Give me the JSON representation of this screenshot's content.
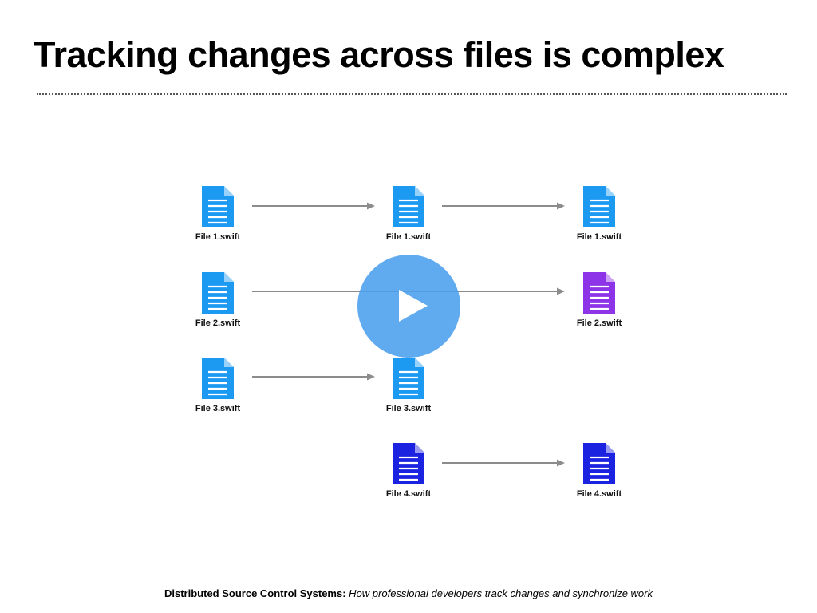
{
  "slide": {
    "title": "Tracking changes across files is complex",
    "caption_bold": "Distributed Source Control Systems:",
    "caption_italic": "How professional developers track changes and synchronize work"
  },
  "colors": {
    "file_blue": "#1C9AF2",
    "file_purple": "#8E34E8",
    "file_navy": "#1B22E0",
    "arrow": "#8C8C8C",
    "play_button": "#4A9EEE"
  },
  "columns": [
    {
      "files": [
        {
          "label": "File 1.swift",
          "color": "file_blue",
          "icon": "document-icon"
        },
        {
          "label": "File 2.swift",
          "color": "file_blue",
          "icon": "document-icon"
        },
        {
          "label": "File 3.swift",
          "color": "file_blue",
          "icon": "document-icon"
        }
      ]
    },
    {
      "files": [
        {
          "label": "File 1.swift",
          "color": "file_blue",
          "icon": "document-icon"
        },
        {
          "label": "File 3.swift",
          "color": "file_blue",
          "icon": "document-icon"
        },
        {
          "label": "File 4.swift",
          "color": "file_navy",
          "icon": "document-icon"
        }
      ]
    },
    {
      "files": [
        {
          "label": "File 1.swift",
          "color": "file_blue",
          "icon": "document-icon"
        },
        {
          "label": "File 2.swift",
          "color": "file_purple",
          "icon": "document-icon"
        },
        {
          "label": "File 4.swift",
          "color": "file_navy",
          "icon": "document-icon"
        }
      ]
    }
  ],
  "play_button": {
    "icon": "play-icon"
  }
}
